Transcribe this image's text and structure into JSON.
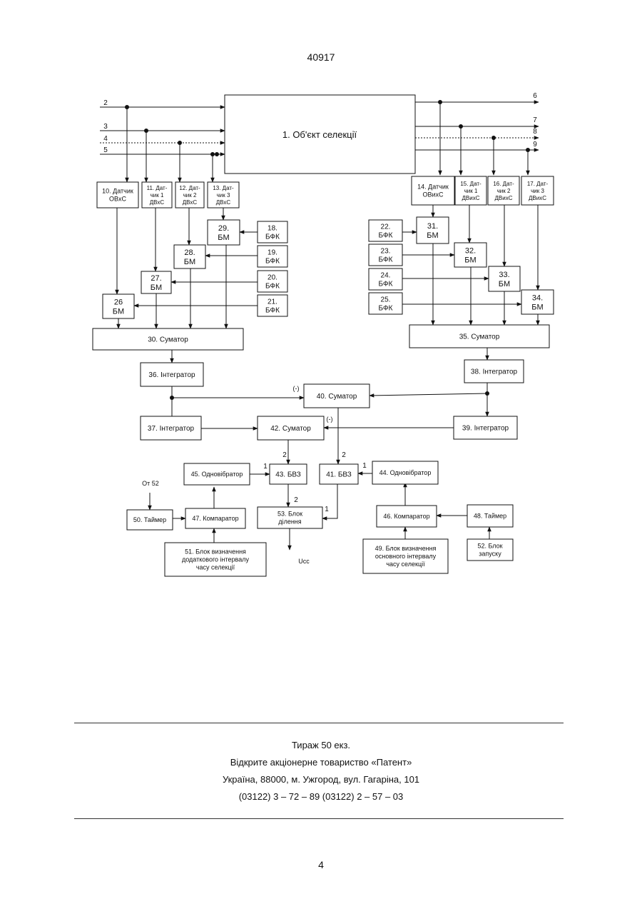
{
  "header": {
    "doc_number": "40917"
  },
  "diagram": {
    "object_block": "1. Об'єкт селекції",
    "input_labels": [
      "2",
      "3",
      "4",
      "5"
    ],
    "output_labels": [
      "6",
      "7",
      "8",
      "9"
    ],
    "from52": "От 52",
    "ucc": "Ucc",
    "minus": "(-)",
    "blocks": {
      "b10": [
        "10. Датчик",
        "ОВхС"
      ],
      "b11": [
        "11. Дат-",
        "чик 1",
        "ДВхС"
      ],
      "b12": [
        "12. Дат-",
        "чик 2",
        "ДВхС"
      ],
      "b13": [
        "13. Дат-",
        "чик 3",
        "ДВхС"
      ],
      "b14": [
        "14. Датчик",
        "ОВихС"
      ],
      "b15": [
        "15. Дат-",
        "чик 1",
        "ДВихС"
      ],
      "b16": [
        "16. Дат-",
        "чик 2",
        "ДВихС"
      ],
      "b17": [
        "17. Дат-",
        "чик 3",
        "ДВихС"
      ],
      "b18": [
        "18.",
        "БФК"
      ],
      "b19": [
        "19.",
        "БФК"
      ],
      "b20": [
        "20.",
        "БФК"
      ],
      "b21": [
        "21.",
        "БФК"
      ],
      "b22": [
        "22.",
        "БФК"
      ],
      "b23": [
        "23.",
        "БФК"
      ],
      "b24": [
        "24.",
        "БФК"
      ],
      "b25": [
        "25.",
        "БФК"
      ],
      "b26": [
        "26",
        "БМ"
      ],
      "b27": [
        "27.",
        "БМ"
      ],
      "b28": [
        "28.",
        "БМ"
      ],
      "b29": [
        "29.",
        "БМ"
      ],
      "b31": [
        "31.",
        "БМ"
      ],
      "b32": [
        "32.",
        "БМ"
      ],
      "b33": [
        "33.",
        "БМ"
      ],
      "b34": [
        "34.",
        "БМ"
      ],
      "b30": [
        "30. Суматор"
      ],
      "b35": [
        "35. Суматор"
      ],
      "b36": [
        "36. Інтегратор"
      ],
      "b37": [
        "37. Інтегратор"
      ],
      "b38": [
        "38. Інтегратор"
      ],
      "b39": [
        "39. Інтегратор"
      ],
      "b40": [
        "40. Суматор"
      ],
      "b42": [
        "42. Суматор"
      ],
      "b41": [
        "41. БВЗ"
      ],
      "b43": [
        "43. БВЗ"
      ],
      "b44": [
        "44. Одновібратор"
      ],
      "b45": [
        "45. Одновібратор"
      ],
      "b46": [
        "46. Компаратор"
      ],
      "b47": [
        "47. Компаратор"
      ],
      "b48": [
        "48. Таймер"
      ],
      "b50": [
        "50. Таймер"
      ],
      "b49": [
        "49. Блок визначення",
        "основного інтервалу",
        "часу селекції"
      ],
      "b51": [
        "51. Блок визначення",
        "додаткового інтервалу",
        "часу селекції"
      ],
      "b52": [
        "52. Блок",
        "запуску"
      ],
      "b53": [
        "53. Блок",
        "ділення"
      ]
    },
    "port_labels": [
      "2",
      "2",
      "1",
      "1",
      "2",
      "1"
    ]
  },
  "footer": {
    "line1": "Тираж 50 екз.",
    "line2": "Відкрите акціонерне товариство «Патент»",
    "line3": "Україна, 88000, м. Ужгород, вул. Гагаріна, 101",
    "line4": "(03122) 3 – 72 – 89   (03122) 2 – 57 – 03"
  },
  "page_number": "4"
}
